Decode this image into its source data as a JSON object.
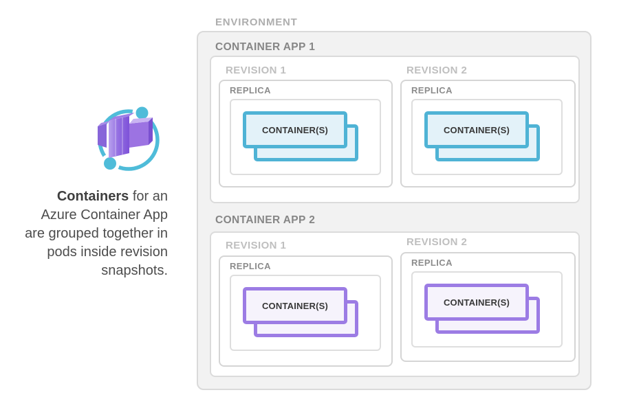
{
  "sidebar": {
    "icon_name": "azure-container-apps-icon",
    "caption": {
      "bold_text": "Containers",
      "line1_rest": " for an",
      "line2": "Azure Container App",
      "line3": "are grouped together in",
      "line4": "pods inside revision",
      "line5": "snapshots."
    }
  },
  "diagram": {
    "environment": {
      "label": "ENVIRONMENT"
    },
    "apps": [
      {
        "label": "CONTAINER APP 1",
        "accent_border": "#4fb3d5",
        "accent_fill": "#e3f2f9",
        "revisions": [
          {
            "label": "REVISION 1",
            "replica": {
              "label": "REPLICA",
              "containers_label": "CONTAINER(S)"
            }
          },
          {
            "label": "REVISION 2",
            "replica": {
              "label": "REPLICA",
              "containers_label": "CONTAINER(S)"
            }
          }
        ]
      },
      {
        "label": "CONTAINER APP 2",
        "accent_border": "#9c7ce4",
        "accent_fill": "#f6f3fc",
        "revisions": [
          {
            "label": "REVISION 1",
            "replica": {
              "label": "REPLICA",
              "containers_label": "CONTAINER(S)"
            }
          },
          {
            "label": "REVISION 2",
            "replica": {
              "label": "REPLICA",
              "containers_label": "CONTAINER(S)"
            }
          }
        ]
      }
    ]
  },
  "colors": {
    "environment_fill": "#f2f2f2",
    "box_border_gray": "#d9d9d9",
    "icon_cyan": "#4fbcd9",
    "icon_purple": "#8257dd",
    "label_gray_light": "#bfbfbf",
    "label_gray_mid": "#8c8c8c",
    "caption_text": "#4d4d4d"
  }
}
